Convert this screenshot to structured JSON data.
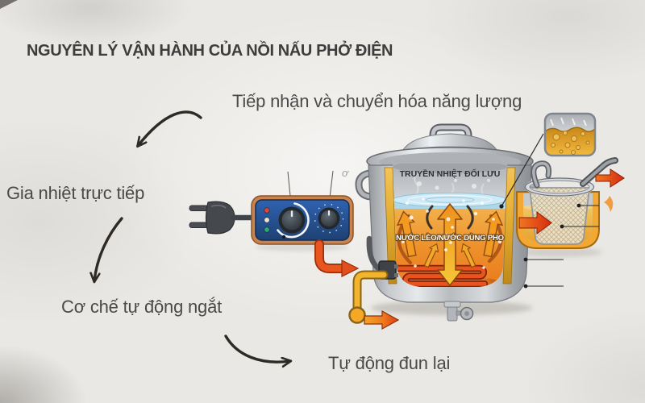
{
  "title": "NGUYÊN LÝ VẬN HÀNH CỦA NỒI NẤU PHỞ ĐIỆN",
  "annotations": {
    "energy": "Tiếp nhận và chuyển hóa năng lượng",
    "direct_heating": "Gia nhiệt trực tiếp",
    "auto_cutoff": "Cơ chế tự động ngắt",
    "auto_reboil": "Tự động đun lại"
  },
  "pot": {
    "convection_label": "TRUYỀN NHIỆT ĐỐI LƯU",
    "broth_label": "NƯỚC LÈO/NƯỚC DÙNG PHO"
  },
  "watermark_fragment": "ơ",
  "colors": {
    "background": "#eae8e4",
    "title_text": "#3d3d3d",
    "label_text": "#4a4a4a",
    "sketch_arrow": "#2e2a26",
    "control_panel_blue": "#27539b",
    "panel_border_copper": "#c9834e",
    "steel_gray": "#c2c6ca",
    "cutaway_gold": "#e2a92e",
    "water_blue": "#bfe2f0",
    "broth_orange": "#ee8b24",
    "heating_element_red": "#e8531f",
    "flow_arrow_red": "#d62c10",
    "pipe_yellow": "#f2b42c"
  }
}
